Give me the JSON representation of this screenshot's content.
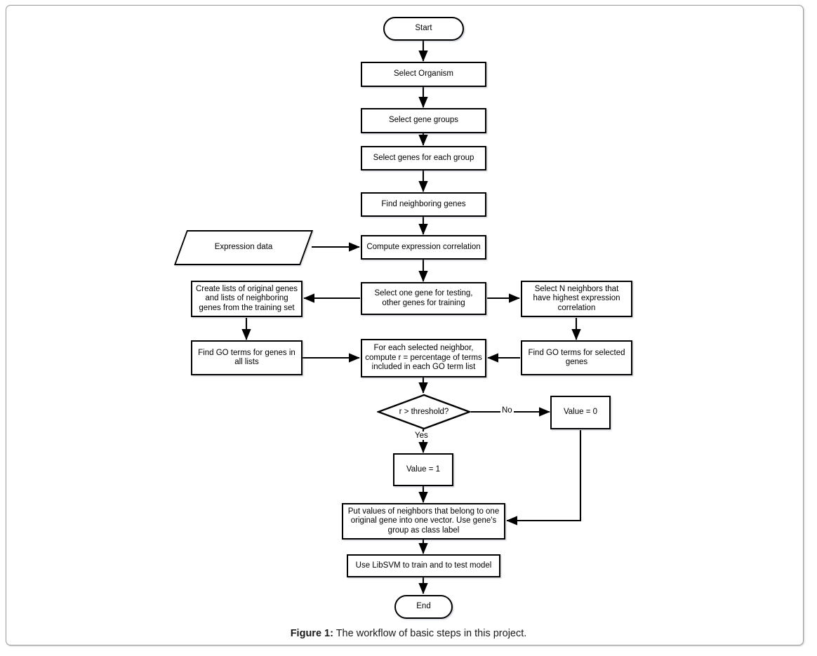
{
  "figure": {
    "caption_number": "Figure 1:",
    "caption_text": " The workflow of basic steps in this project."
  },
  "flowchart": {
    "type": "flowchart",
    "title": "The workflow of basic steps in this project",
    "nodes": [
      {
        "id": "start",
        "shape": "terminator",
        "label": "Start"
      },
      {
        "id": "organism",
        "shape": "process",
        "label": "Select Organism"
      },
      {
        "id": "genegroups",
        "shape": "process",
        "label": "Select gene groups"
      },
      {
        "id": "genesgroup",
        "shape": "process",
        "label": "Select genes for each group"
      },
      {
        "id": "neighboring",
        "shape": "process",
        "label": "Find neighboring genes"
      },
      {
        "id": "exprdata",
        "shape": "data",
        "label": "Expression data"
      },
      {
        "id": "correlation",
        "shape": "process",
        "label": "Compute expression correlation"
      },
      {
        "id": "selectone",
        "shape": "process",
        "label": "Select one gene for testing, other genes for training"
      },
      {
        "id": "createlists",
        "shape": "process",
        "label": "Create lists of original genes and lists of neighboring genes from the training set"
      },
      {
        "id": "selectn",
        "shape": "process",
        "label": "Select N neighbors that have highest expression correlation"
      },
      {
        "id": "goall",
        "shape": "process",
        "label": "Find GO terms for genes in all lists"
      },
      {
        "id": "goselected",
        "shape": "process",
        "label": "Find GO terms for selected genes"
      },
      {
        "id": "computer",
        "shape": "process",
        "label": "For each selected neighbor, compute r = percentage of terms included in each GO term list"
      },
      {
        "id": "threshold",
        "shape": "decision",
        "label": "r > threshold?"
      },
      {
        "id": "value1",
        "shape": "process",
        "label": "Value = 1"
      },
      {
        "id": "value0",
        "shape": "process",
        "label": "Value = 0"
      },
      {
        "id": "putvalues",
        "shape": "process",
        "label": "Put values of neighbors that belong to one original gene into one vector. Use gene's group as class label"
      },
      {
        "id": "libsvm",
        "shape": "process",
        "label": "Use LibSVM to train and to test model"
      },
      {
        "id": "end",
        "shape": "terminator",
        "label": "End"
      }
    ],
    "edges": [
      {
        "from": "start",
        "to": "organism",
        "label": ""
      },
      {
        "from": "organism",
        "to": "genegroups",
        "label": ""
      },
      {
        "from": "genegroups",
        "to": "genesgroup",
        "label": ""
      },
      {
        "from": "genesgroup",
        "to": "neighboring",
        "label": ""
      },
      {
        "from": "neighboring",
        "to": "correlation",
        "label": ""
      },
      {
        "from": "exprdata",
        "to": "correlation",
        "label": ""
      },
      {
        "from": "correlation",
        "to": "selectone",
        "label": ""
      },
      {
        "from": "selectone",
        "to": "createlists",
        "label": ""
      },
      {
        "from": "selectone",
        "to": "selectn",
        "label": ""
      },
      {
        "from": "createlists",
        "to": "goall",
        "label": ""
      },
      {
        "from": "selectn",
        "to": "goselected",
        "label": ""
      },
      {
        "from": "goall",
        "to": "computer",
        "label": ""
      },
      {
        "from": "goselected",
        "to": "computer",
        "label": ""
      },
      {
        "from": "computer",
        "to": "threshold",
        "label": ""
      },
      {
        "from": "threshold",
        "to": "value1",
        "label": "Yes"
      },
      {
        "from": "threshold",
        "to": "value0",
        "label": "No"
      },
      {
        "from": "value1",
        "to": "putvalues",
        "label": ""
      },
      {
        "from": "value0",
        "to": "putvalues",
        "label": ""
      },
      {
        "from": "putvalues",
        "to": "libsvm",
        "label": ""
      },
      {
        "from": "libsvm",
        "to": "end",
        "label": ""
      }
    ],
    "edge_labels": {
      "yes": "Yes",
      "no": "No"
    }
  }
}
